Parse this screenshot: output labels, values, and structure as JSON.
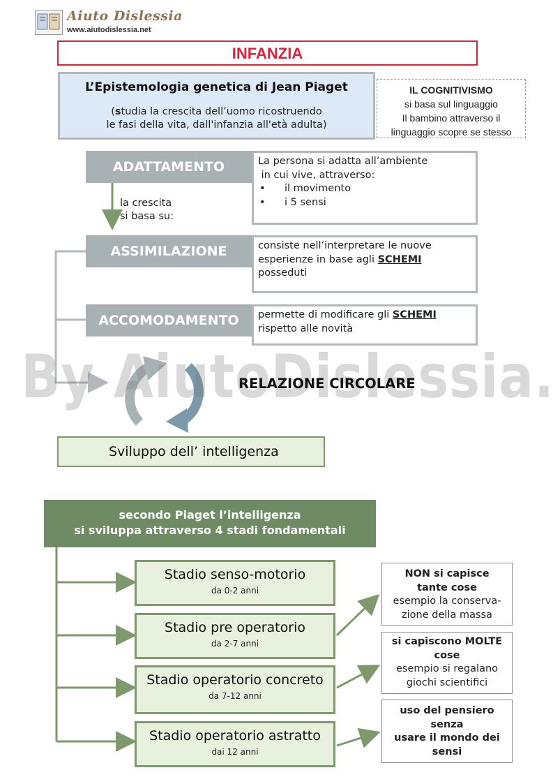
{
  "header": {
    "logo_title": "Aiuto Dislessia",
    "logo_url": "www.aiutodislessia.net"
  },
  "title": "INFANZIA",
  "piaget": {
    "heading": "L’Epistemologia genetica di Jean Piaget",
    "sub_bold": "s",
    "sub_rest_1": "tudia la crescita dell’uomo ricostruendo",
    "sub_line_2": "le fasi della vita, dall'infanzia all'età adulta)",
    "sub_open": "("
  },
  "cognitivismo": {
    "heading": "IL  COGNITIVISMO",
    "line1": "si basa sul linguaggio",
    "line2": "Il bambino attraverso il",
    "line3": "linguaggio scopre se stesso"
  },
  "adattamento": {
    "label": "ADATTAMENTO",
    "text1": "La persona si adatta all’ambiente",
    "text2": " in cui vive, attraverso:",
    "bullets": [
      "il movimento",
      "i 5 sensi"
    ],
    "arrow_text1": "la crescita",
    "arrow_text2": "si basa su:"
  },
  "assimilazione": {
    "label": "ASSIMILAZIONE",
    "text1": "consiste nell’interpretare le  nuove",
    "text2": "esperienze in base agli ",
    "schemi": "SCHEMI",
    "text3": "posseduti"
  },
  "accomodamento": {
    "label": "ACCOMODAMENTO",
    "text1": "permette di modificare gli ",
    "schemi": "SCHEMI",
    "text2": "rispetto alle novità"
  },
  "relazione": "RELAZIONE CIRCOLARE",
  "sviluppo": "Sviluppo dell’ intelligenza",
  "stadi_header": {
    "line1": "secondo Piaget l’intelligenza",
    "line2": "si sviluppa attraverso 4  stadi fondamentali"
  },
  "stadi": [
    {
      "title": "Stadio senso-motorio",
      "age": "da 0-2 anni"
    },
    {
      "title": "Stadio pre operatorio",
      "age": "da 2-7 anni"
    },
    {
      "title": "Stadio operatorio concreto",
      "age": "da 7-12 anni"
    },
    {
      "title": "Stadio operatorio astratto",
      "age": "dai 12 anni"
    }
  ],
  "notes": [
    {
      "bold1": "NON si capisce",
      "bold2": "tante cose",
      "text1": "esempio la conserva-",
      "text2": "zione della massa"
    },
    {
      "bold1": "si capiscono MOLTE",
      "bold2": "cose",
      "text1": "esempio si regalano",
      "text2": "giochi scientifici"
    },
    {
      "bold1": "uso del pensiero",
      "bold2": "senza",
      "text1": "usare il mondo dei",
      "text2": "sensi"
    }
  ],
  "watermark": "By AiutoDislessia.net",
  "colors": {
    "title_red": "#e0203a",
    "piaget_bg": "#dde9f6",
    "grey_box": "#a8b1b4",
    "green_dark": "#6f8b64",
    "green_light": "#e8f1de"
  }
}
